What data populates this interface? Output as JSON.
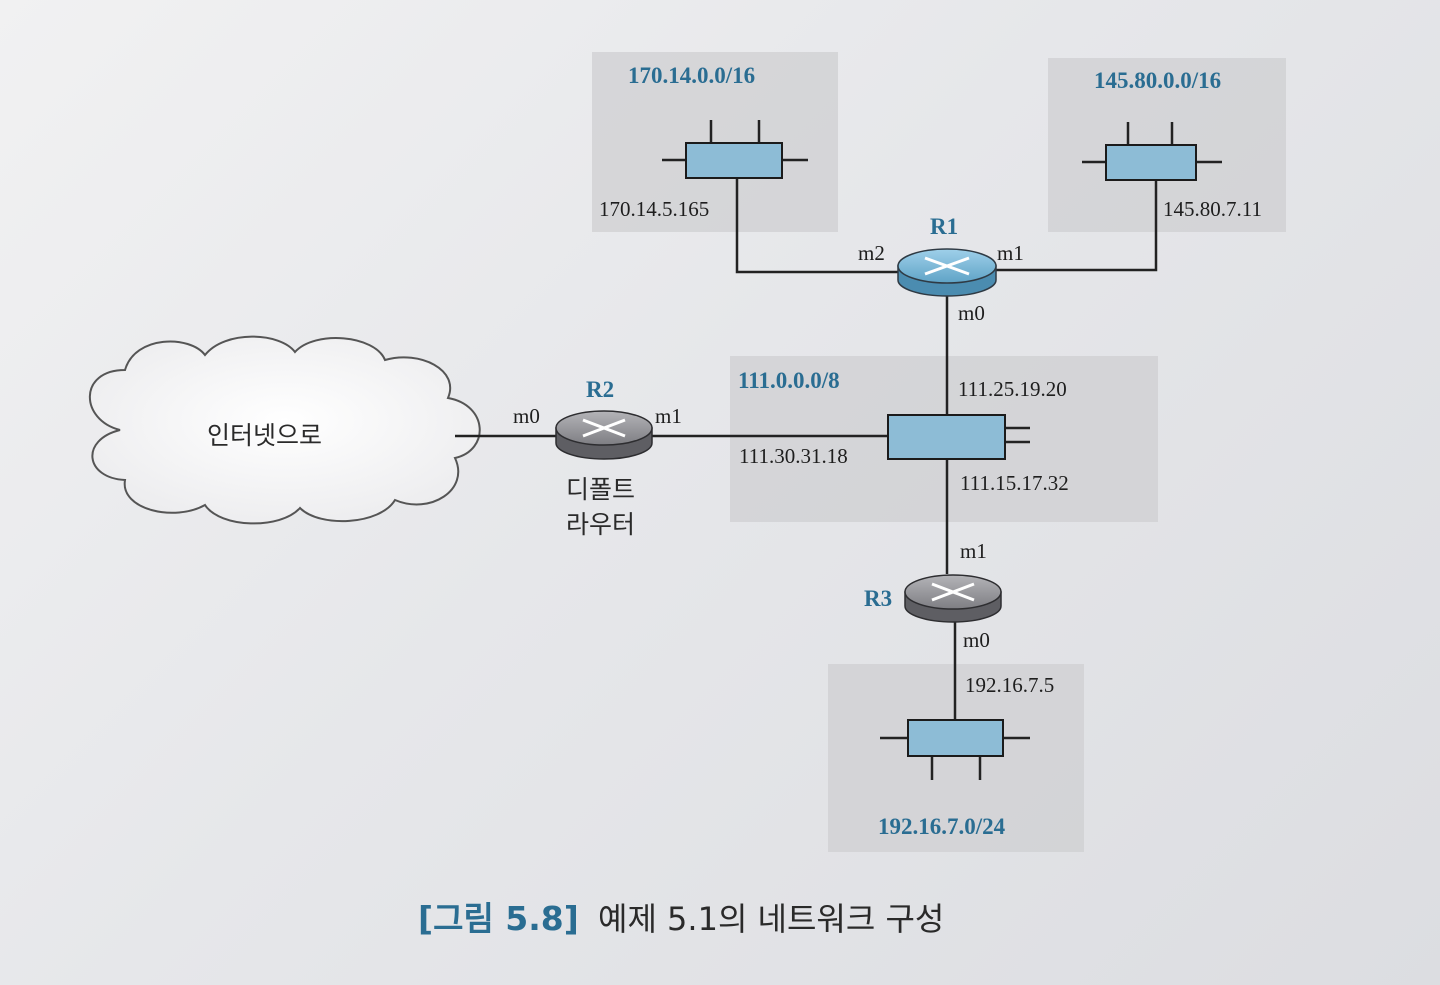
{
  "networks": {
    "n1": {
      "prefix": "170.14.0.0/16",
      "address": "170.14.5.165"
    },
    "n2": {
      "prefix": "145.80.0.0/16",
      "address": "145.80.7.11"
    },
    "n3": {
      "prefix": "111.0.0.0/8",
      "addr_r1": "111.25.19.20",
      "addr_r2": "111.30.31.18",
      "addr_r3": "111.15.17.32"
    },
    "n4": {
      "prefix": "192.16.7.0/24",
      "address": "192.16.7.5"
    }
  },
  "routers": {
    "r1": {
      "name": "R1",
      "if_m0": "m0",
      "if_m1": "m1",
      "if_m2": "m2"
    },
    "r2": {
      "name": "R2",
      "if_m0": "m0",
      "if_m1": "m1",
      "caption_line1": "디폴트",
      "caption_line2": "라우터"
    },
    "r3": {
      "name": "R3",
      "if_m0": "m0",
      "if_m1": "m1"
    }
  },
  "cloud": {
    "label": "인터넷으로"
  },
  "caption": {
    "number": "[그림 5.8]",
    "text": "예제 5.1의 네트워크 구성"
  },
  "colors": {
    "accent": "#2a6d92",
    "switch_fill": "#8dbcd6",
    "router_blue": "#5fa3c6",
    "router_gray": "#8a8a8e",
    "lan_box": "#cfcfd2"
  }
}
